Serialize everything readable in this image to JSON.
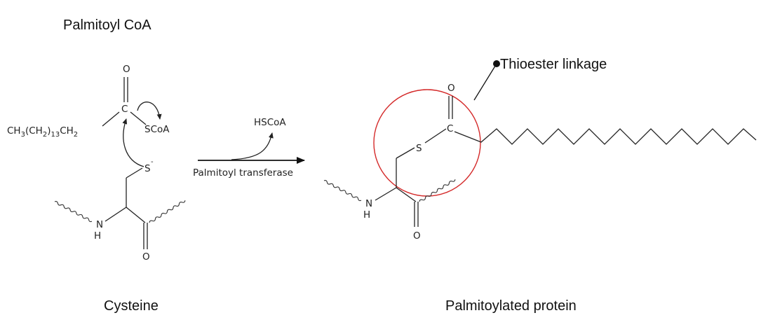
{
  "labels": {
    "palmitoyl_coa": "Palmitoyl CoA",
    "cysteine": "Cysteine",
    "palmitoylated_protein": "Palmitoylated protein",
    "thioester_linkage": "Thioester linkage",
    "enzyme": "Palmitoyl transferase",
    "byproduct": "HSCoA"
  },
  "atoms": {
    "oxygen": "O",
    "carbon": "C",
    "sulfur": "S",
    "nitrogen": "N",
    "hydrogen": "H",
    "thiolate_charge": "-",
    "scoa": "SCoA",
    "ch3": "CH",
    "sub3": "3",
    "paren_open": "(CH",
    "sub2": "2",
    "paren_close": ")",
    "sub13": "13",
    "ch2": "CH",
    "sub2b": "2"
  },
  "colors": {
    "highlight_circle": "#d42a2a",
    "ink": "#222222"
  }
}
